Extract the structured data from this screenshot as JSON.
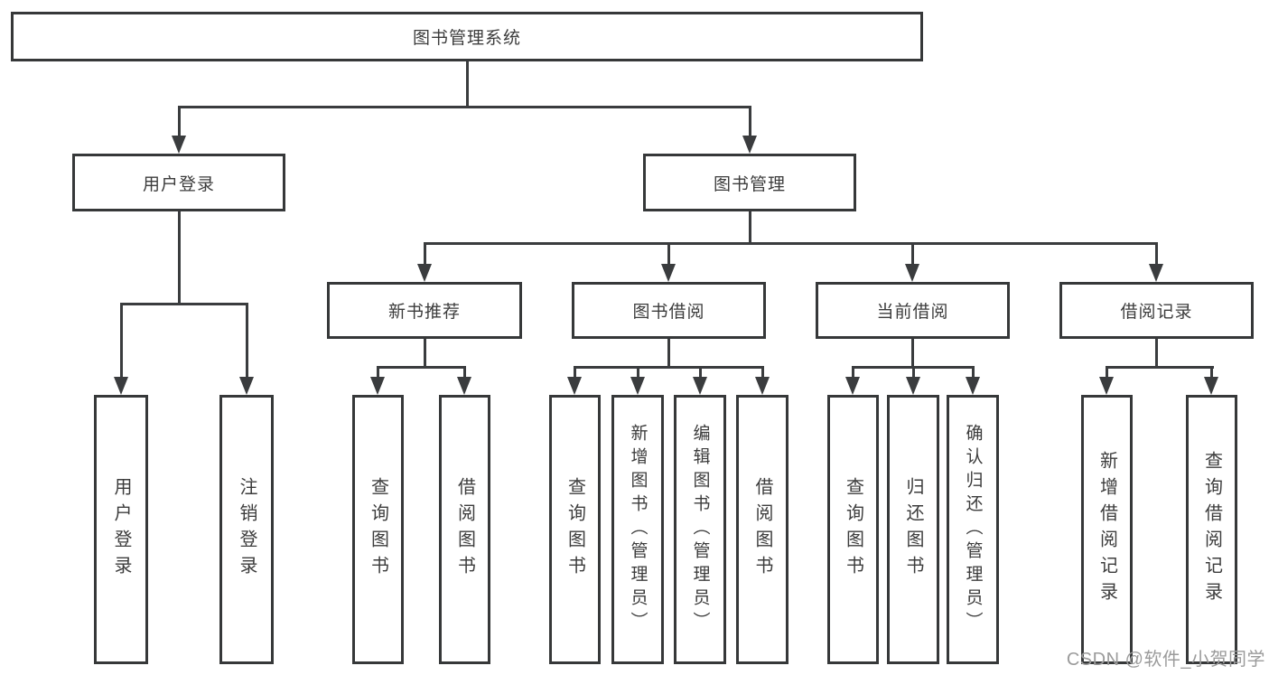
{
  "title": "图书管理系统",
  "level2": {
    "user_login": "用户登录",
    "book_management": "图书管理"
  },
  "level3": {
    "new_book_rec": "新书推荐",
    "book_borrow": "图书借阅",
    "current_borrow": "当前借阅",
    "borrow_records": "借阅记录"
  },
  "leaves": {
    "user_login": [
      "用户登录",
      "注销登录"
    ],
    "new_book_rec": [
      "查询图书",
      "借阅图书"
    ],
    "book_borrow": [
      "查询图书",
      "新增图书（管理员）",
      "编辑图书（管理员）",
      "借阅图书"
    ],
    "current_borrow": [
      "查询图书",
      "归还图书",
      "确认归还（管理员）"
    ],
    "borrow_records": [
      "新增借阅记录",
      "查询借阅记录"
    ]
  },
  "watermark": "CSDN @软件_小贺同学",
  "colors": {
    "line": "#3a3c3e",
    "border": "#363839",
    "fill": "#ffffff",
    "text": "#3c3c3c",
    "watermark": "#9b9b9b"
  }
}
